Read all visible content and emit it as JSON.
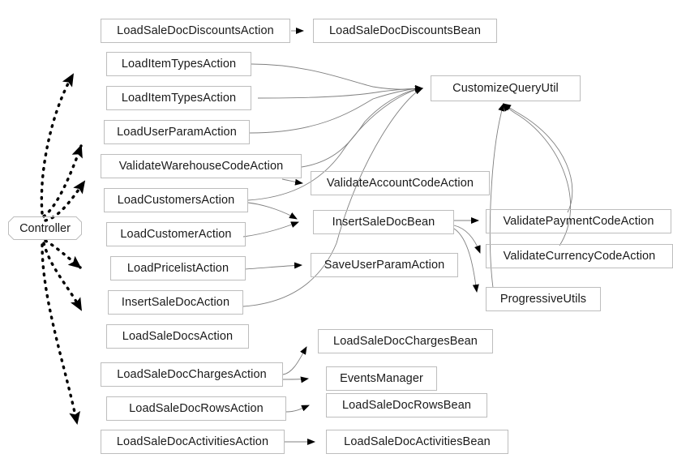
{
  "diagram": {
    "type": "call-graph",
    "title": "",
    "background_color": "#ffffff",
    "node_border_color": "#bdbdbd",
    "node_text_color": "#1a1a1a",
    "solid_edge_color": "#808080",
    "dotted_edge_color": "#000000",
    "arrowhead_color": "#000000"
  },
  "nodes": {
    "controller": {
      "label": "Controller",
      "shape": "octagon"
    },
    "actions": [
      {
        "id": "load-sale-doc-discounts-action",
        "label": "LoadSaleDocDiscountsAction"
      },
      {
        "id": "load-item-types-action-1",
        "label": "LoadItemTypesAction"
      },
      {
        "id": "load-item-types-action-2",
        "label": "LoadItemTypesAction"
      },
      {
        "id": "load-user-param-action",
        "label": "LoadUserParamAction"
      },
      {
        "id": "validate-warehouse-code-action",
        "label": "ValidateWarehouseCodeAction"
      },
      {
        "id": "load-customers-action",
        "label": "LoadCustomersAction"
      },
      {
        "id": "load-customer-action",
        "label": "LoadCustomerAction"
      },
      {
        "id": "load-pricelist-action",
        "label": "LoadPricelistAction"
      },
      {
        "id": "insert-sale-doc-action",
        "label": "InsertSaleDocAction"
      },
      {
        "id": "load-sale-docs-action",
        "label": "LoadSaleDocsAction"
      },
      {
        "id": "load-sale-doc-charges-action",
        "label": "LoadSaleDocChargesAction"
      },
      {
        "id": "load-sale-doc-rows-action",
        "label": "LoadSaleDocRowsAction"
      },
      {
        "id": "load-sale-doc-activities-action",
        "label": "LoadSaleDocActivitiesAction"
      }
    ],
    "middle": [
      {
        "id": "load-sale-doc-discounts-bean",
        "label": "LoadSaleDocDiscountsBean"
      },
      {
        "id": "customize-query-util",
        "label": "CustomizeQueryUtil"
      },
      {
        "id": "validate-account-code-action",
        "label": "ValidateAccountCodeAction"
      },
      {
        "id": "insert-sale-doc-bean",
        "label": "InsertSaleDocBean"
      },
      {
        "id": "save-user-param-action",
        "label": "SaveUserParamAction"
      },
      {
        "id": "load-sale-doc-charges-bean",
        "label": "LoadSaleDocChargesBean"
      },
      {
        "id": "events-manager",
        "label": "EventsManager"
      },
      {
        "id": "load-sale-doc-rows-bean",
        "label": "LoadSaleDocRowsBean"
      },
      {
        "id": "load-sale-doc-activities-bean",
        "label": "LoadSaleDocActivitiesBean"
      }
    ],
    "right": [
      {
        "id": "validate-payment-code-action",
        "label": "ValidatePaymentCodeAction"
      },
      {
        "id": "validate-currency-code-action",
        "label": "ValidateCurrencyCodeAction"
      },
      {
        "id": "progressive-utils",
        "label": "ProgressiveUtils"
      }
    ]
  },
  "edges": [
    {
      "from": "controller",
      "to": "load-item-types-action-1",
      "style": "dotted"
    },
    {
      "from": "controller",
      "to": "load-user-param-action",
      "style": "dotted"
    },
    {
      "from": "controller",
      "to": "validate-warehouse-code-action",
      "style": "dotted"
    },
    {
      "from": "controller",
      "to": "load-customer-action",
      "style": "dotted"
    },
    {
      "from": "controller",
      "to": "insert-sale-doc-action",
      "style": "dotted"
    },
    {
      "from": "controller",
      "to": "load-sale-doc-activities-action",
      "style": "dotted"
    },
    {
      "from": "load-sale-doc-discounts-action",
      "to": "load-sale-doc-discounts-bean",
      "style": "solid"
    },
    {
      "from": "load-item-types-action-1",
      "to": "customize-query-util",
      "style": "solid"
    },
    {
      "from": "load-item-types-action-2",
      "to": "customize-query-util",
      "style": "solid"
    },
    {
      "from": "load-user-param-action",
      "to": "customize-query-util",
      "style": "solid"
    },
    {
      "from": "validate-warehouse-code-action",
      "to": "customize-query-util",
      "style": "solid"
    },
    {
      "from": "validate-warehouse-code-action",
      "to": "validate-account-code-action",
      "style": "solid"
    },
    {
      "from": "load-customers-action",
      "to": "customize-query-util",
      "style": "solid"
    },
    {
      "from": "load-customers-action",
      "to": "insert-sale-doc-bean",
      "style": "solid"
    },
    {
      "from": "load-customer-action",
      "to": "insert-sale-doc-bean",
      "style": "solid"
    },
    {
      "from": "load-pricelist-action",
      "to": "save-user-param-action",
      "style": "solid"
    },
    {
      "from": "insert-sale-doc-action",
      "to": "customize-query-util",
      "style": "solid"
    },
    {
      "from": "insert-sale-doc-action",
      "to": "insert-sale-doc-bean",
      "style": "solid"
    },
    {
      "from": "insert-sale-doc-bean",
      "to": "validate-payment-code-action",
      "style": "solid"
    },
    {
      "from": "insert-sale-doc-bean",
      "to": "validate-currency-code-action",
      "style": "solid"
    },
    {
      "from": "insert-sale-doc-bean",
      "to": "progressive-utils",
      "style": "solid"
    },
    {
      "from": "validate-payment-code-action",
      "to": "customize-query-util",
      "style": "solid"
    },
    {
      "from": "validate-currency-code-action",
      "to": "customize-query-util",
      "style": "solid"
    },
    {
      "from": "progressive-utils",
      "to": "customize-query-util",
      "style": "solid"
    },
    {
      "from": "load-sale-doc-charges-action",
      "to": "load-sale-doc-charges-bean",
      "style": "solid"
    },
    {
      "from": "load-sale-doc-charges-action",
      "to": "events-manager",
      "style": "solid"
    },
    {
      "from": "load-sale-doc-rows-action",
      "to": "load-sale-doc-rows-bean",
      "style": "solid"
    },
    {
      "from": "load-sale-doc-activities-action",
      "to": "load-sale-doc-activities-bean",
      "style": "solid"
    }
  ]
}
